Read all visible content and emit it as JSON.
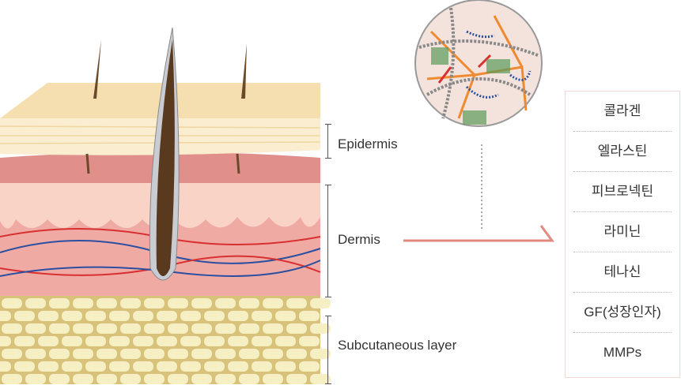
{
  "layers": {
    "epidermis": "Epidermis",
    "dermis": "Dermis",
    "subcutaneous": "Subcutaneous layer"
  },
  "ecm_components": [
    "콜라겐",
    "엘라스틴",
    "피브로넥틴",
    "라미닌",
    "테나신",
    "GF(성장인자)",
    "MMPs"
  ],
  "colors": {
    "arrow": "#e08a80",
    "epidermis": "#f5dfb0",
    "dermis": "#f2b4ae",
    "fat": "#efe0a0"
  }
}
